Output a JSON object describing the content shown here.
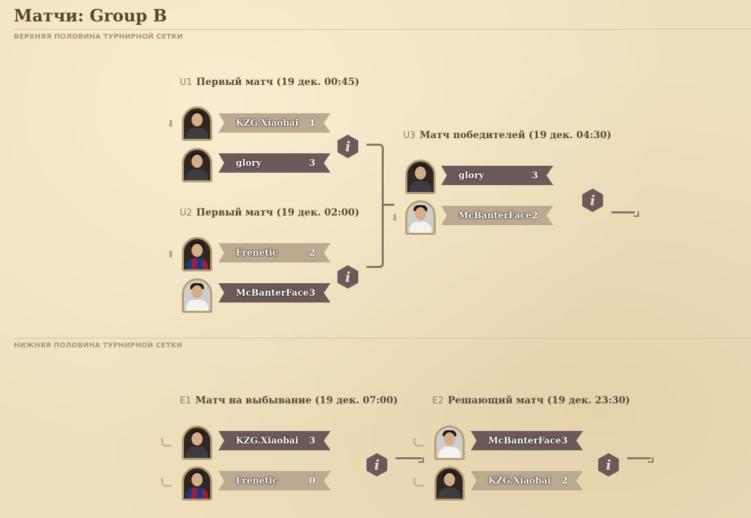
{
  "page": {
    "title": "Матчи: Group B"
  },
  "upper": {
    "label": "ВЕРХНЯЯ ПОЛОВИНА ТУРНИРНОЙ СЕТКИ",
    "matches": [
      {
        "id": "U1",
        "title": "Первый матч (19 дек. 00:45)",
        "players": [
          {
            "name": "KZG.Xiaobai",
            "score": "1"
          },
          {
            "name": "glory",
            "score": "3"
          }
        ]
      },
      {
        "id": "U2",
        "title": "Первый матч (19 дек. 02:00)",
        "players": [
          {
            "name": "Frenetic",
            "score": "2"
          },
          {
            "name": "McBanterFace",
            "score": "3"
          }
        ]
      },
      {
        "id": "U3",
        "title": "Матч победителей (19 дек. 04:30)",
        "players": [
          {
            "name": "glory",
            "score": "3"
          },
          {
            "name": "McBanterFace",
            "score": "2"
          }
        ]
      }
    ]
  },
  "lower": {
    "label": "НИЖНЯЯ ПОЛОВИНА ТУРНИРНОЙ СЕТКИ",
    "matches": [
      {
        "id": "E1",
        "title": "Матч на выбывание (19 дек. 07:00)",
        "players": [
          {
            "name": "KZG.Xiaobai",
            "score": "3"
          },
          {
            "name": "Frenetic",
            "score": "0"
          }
        ]
      },
      {
        "id": "E2",
        "title": "Решающий матч (19 дек. 23:30)",
        "players": [
          {
            "name": "McBanterFace",
            "score": "3"
          },
          {
            "name": "KZG.Xiaobai",
            "score": "2"
          }
        ]
      }
    ]
  },
  "icons": {
    "info": "i",
    "down_arrow": "⬇"
  },
  "colors": {
    "win_banner": "#6b5a59",
    "lose_banner": "#bcaa90",
    "background": "#efe0bd"
  }
}
